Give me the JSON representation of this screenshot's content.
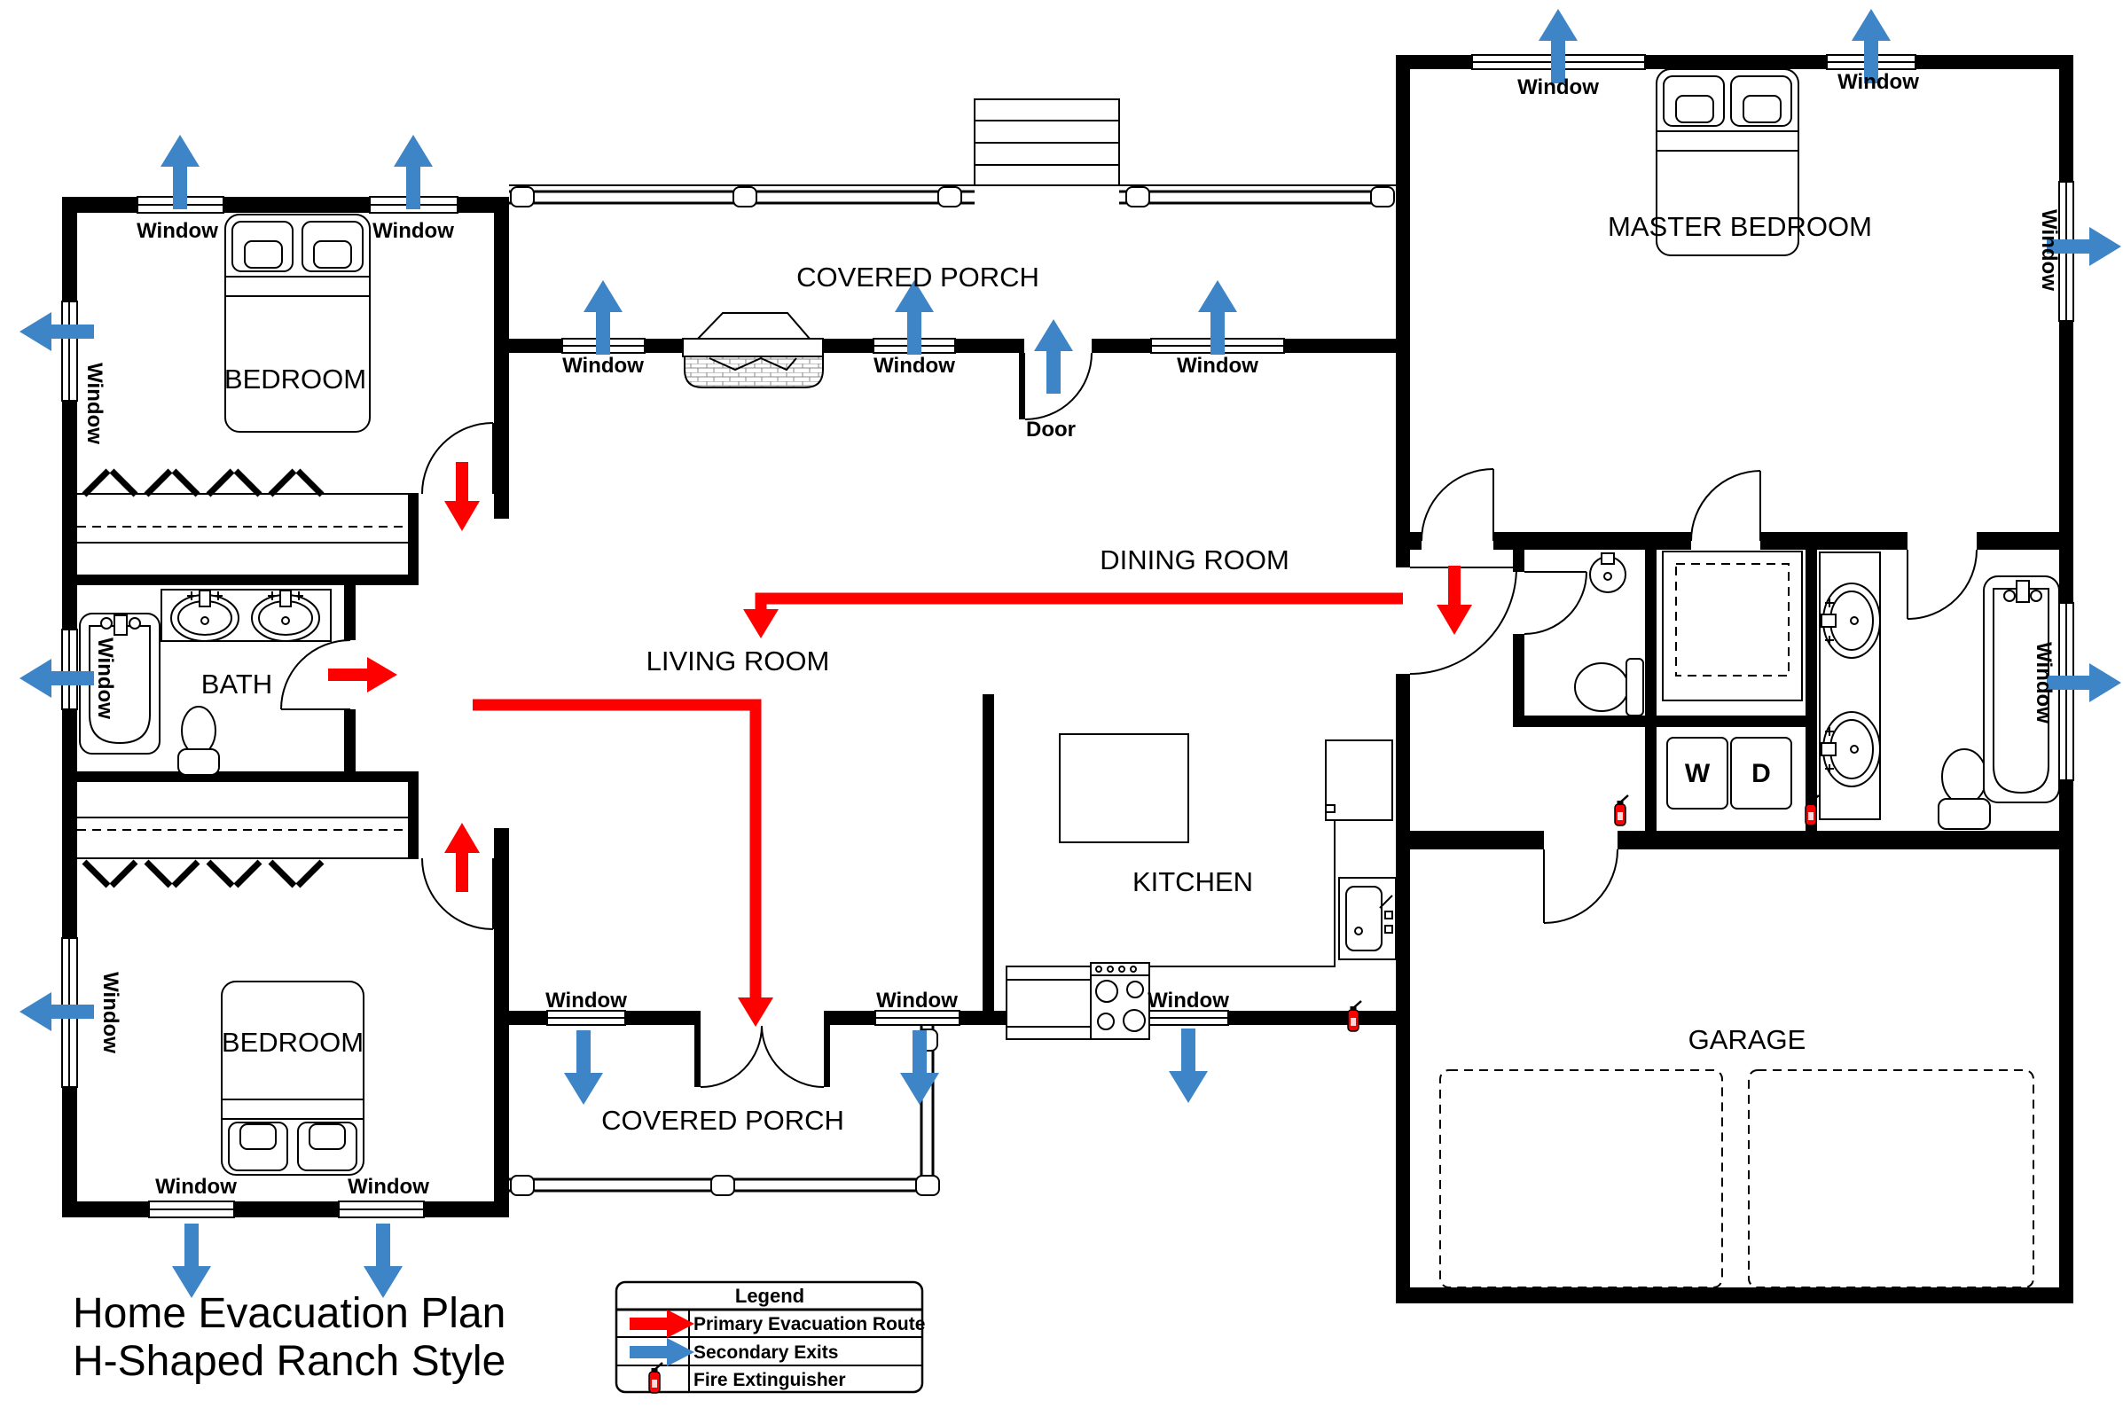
{
  "title": {
    "line1": "Home Evacuation Plan",
    "line2": "H-Shaped Ranch Style"
  },
  "legend": {
    "header": "Legend",
    "items": [
      {
        "icon": "red-arrow",
        "label": "Primary Evacuation Route"
      },
      {
        "icon": "blue-arrow",
        "label": "Secondary Exits"
      },
      {
        "icon": "fire-extinguisher",
        "label": "Fire Extinguisher"
      }
    ]
  },
  "rooms": {
    "bedroom_top": "BEDROOM",
    "bedroom_bottom": "BEDROOM",
    "bath": "BATH",
    "living_room": "LIVING ROOM",
    "dining_room": "DINING ROOM",
    "kitchen": "KITCHEN",
    "master_bedroom": "MASTER BEDROOM",
    "garage": "GARAGE",
    "covered_porch_top": "COVERED PORCH",
    "covered_porch_bottom": "COVERED PORCH"
  },
  "labels": {
    "window": "Window",
    "door": "Door",
    "washer": "W",
    "dryer": "D"
  },
  "colors": {
    "primary-route": "#FF0000",
    "secondary-exit": "#3D85C6",
    "wall": "#000000"
  }
}
